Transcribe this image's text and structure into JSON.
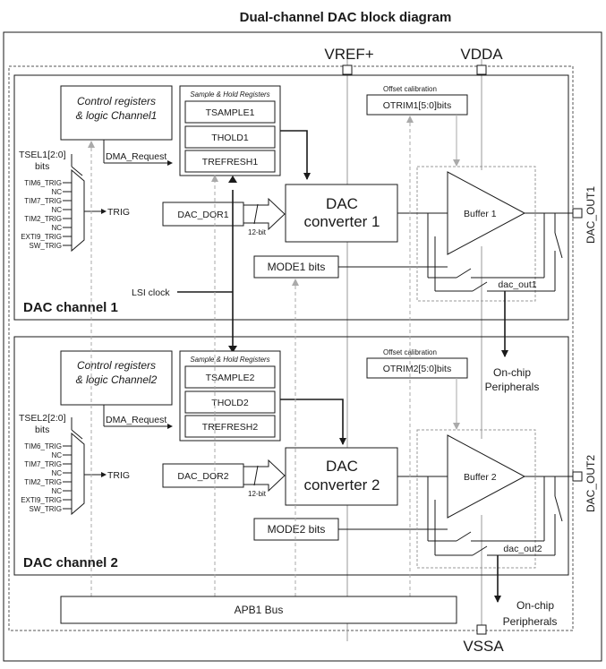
{
  "title": "Dual-channel DAC block diagram",
  "pins": {
    "vref": "VREF+",
    "vdda": "VDDA",
    "vssa": "VSSA",
    "out1": "DAC_OUT1",
    "out2": "DAC_OUT2"
  },
  "lsi_clock": "LSI clock",
  "bus": "APB1 Bus",
  "ch1": {
    "label": "DAC channel 1",
    "ctrl_line1": "Control registers",
    "ctrl_line2": "& logic Channel1",
    "tsel_line1": "TSEL1[2:0]",
    "tsel_line2": "bits",
    "triggers": [
      "TIM6_TRIG",
      "NC",
      "TIM7_TRIG",
      "NC",
      "TIM2_TRIG",
      "NC",
      "EXTI9_TRIG",
      "SW_TRIG"
    ],
    "trig": "TRIG",
    "dma": "DMA_Request",
    "sh_title": "Sample & Hold Registers",
    "tsample": "TSAMPLE1",
    "thold": "THOLD1",
    "trefresh": "TREFRESH1",
    "dor": "DAC_DOR1",
    "bits12": "12-bit",
    "conv_line1": "DAC",
    "conv_line2": "converter 1",
    "mode": "MODE1 bits",
    "offset": "Offset calibration",
    "otrim": "OTRIM1[5:0]bits",
    "buffer": "Buffer 1",
    "dac_out": "dac_out1"
  },
  "ch2": {
    "label": "DAC channel 2",
    "ctrl_line1": "Control registers",
    "ctrl_line2": "& logic Channel2",
    "tsel_line1": "TSEL2[2:0]",
    "tsel_line2": "bits",
    "triggers": [
      "TIM6_TRIG",
      "NC",
      "TIM7_TRIG",
      "NC",
      "TIM2_TRIG",
      "NC",
      "EXTI9_TRIG",
      "SW_TRIG"
    ],
    "trig": "TRIG",
    "dma": "DMA_Request",
    "sh_title": "Sample & Hold Registers",
    "tsample": "TSAMPLE2",
    "thold": "THOLD2",
    "trefresh": "TREFRESH2",
    "dor": "DAC_DOR2",
    "bits12": "12-bit",
    "conv_line1": "DAC",
    "conv_line2": "converter 2",
    "mode": "MODE2 bits",
    "offset": "Offset calibration",
    "otrim": "OTRIM2[5:0]bits",
    "buffer": "Buffer 2",
    "dac_out": "dac_out2"
  },
  "onchip1_line1": "On-chip",
  "onchip1_line2": "Peripherals",
  "onchip2_line1": "On-chip",
  "onchip2_line2": "Peripherals"
}
